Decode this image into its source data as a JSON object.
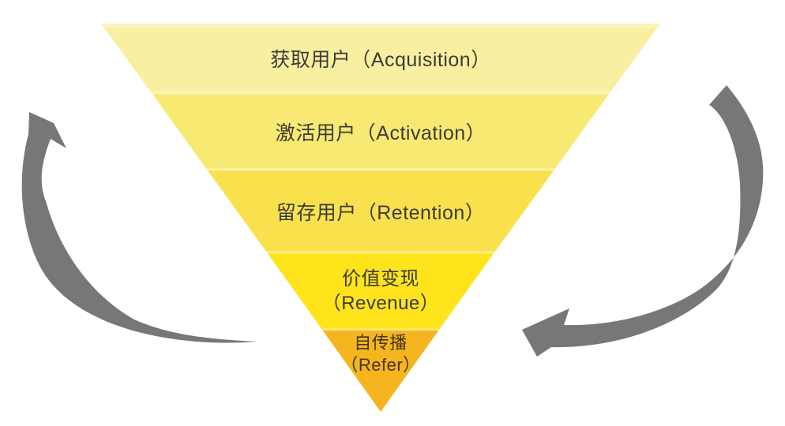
{
  "funnel": {
    "layers": [
      {
        "id": "acquisition",
        "lines": [
          "获取用户（Acquisition）"
        ],
        "color": "#F8EFA0"
      },
      {
        "id": "activation",
        "lines": [
          "激活用户（Activation）"
        ],
        "color": "#F8E972"
      },
      {
        "id": "retention",
        "lines": [
          "留存用户（Retention）"
        ],
        "color": "#F9E14E"
      },
      {
        "id": "revenue",
        "lines": [
          "价值变现",
          "（Revenue）"
        ],
        "color": "#FFE41C"
      },
      {
        "id": "refer",
        "lines": [
          "自传播",
          "（Refer）"
        ],
        "color": "#F4B51E"
      }
    ],
    "separator_color": "#FFFFFF",
    "text_color": "#3B3B3B"
  },
  "arrows": {
    "color": "#777777",
    "left": "curved-cycle-arrow-pointing-up",
    "right": "curved-cycle-arrow-pointing-down-left"
  },
  "background_color": "#FFFFFF"
}
